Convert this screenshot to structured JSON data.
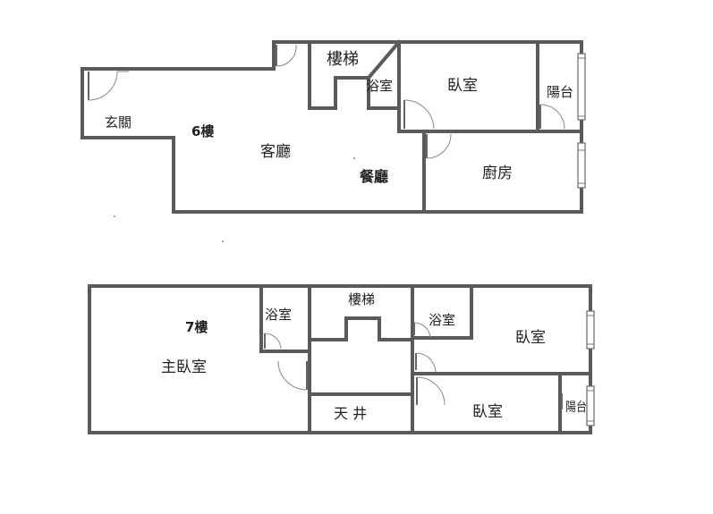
{
  "floor6": {
    "floor_label": "6樓",
    "rooms": {
      "entrance": "玄關",
      "stairs": "樓梯",
      "bath": "浴室",
      "bedroom": "臥室",
      "balcony": "陽台",
      "living": "客廳",
      "dining": "餐廳",
      "kitchen": "廚房"
    }
  },
  "floor7": {
    "floor_label": "7樓",
    "rooms": {
      "master_bedroom": "主臥室",
      "bath_left": "浴室",
      "stairs": "樓梯",
      "bath_right": "浴室",
      "bedroom_upper": "臥室",
      "bedroom_lower": "臥室",
      "lightwell": "天 井",
      "balcony": "陽台"
    }
  }
}
